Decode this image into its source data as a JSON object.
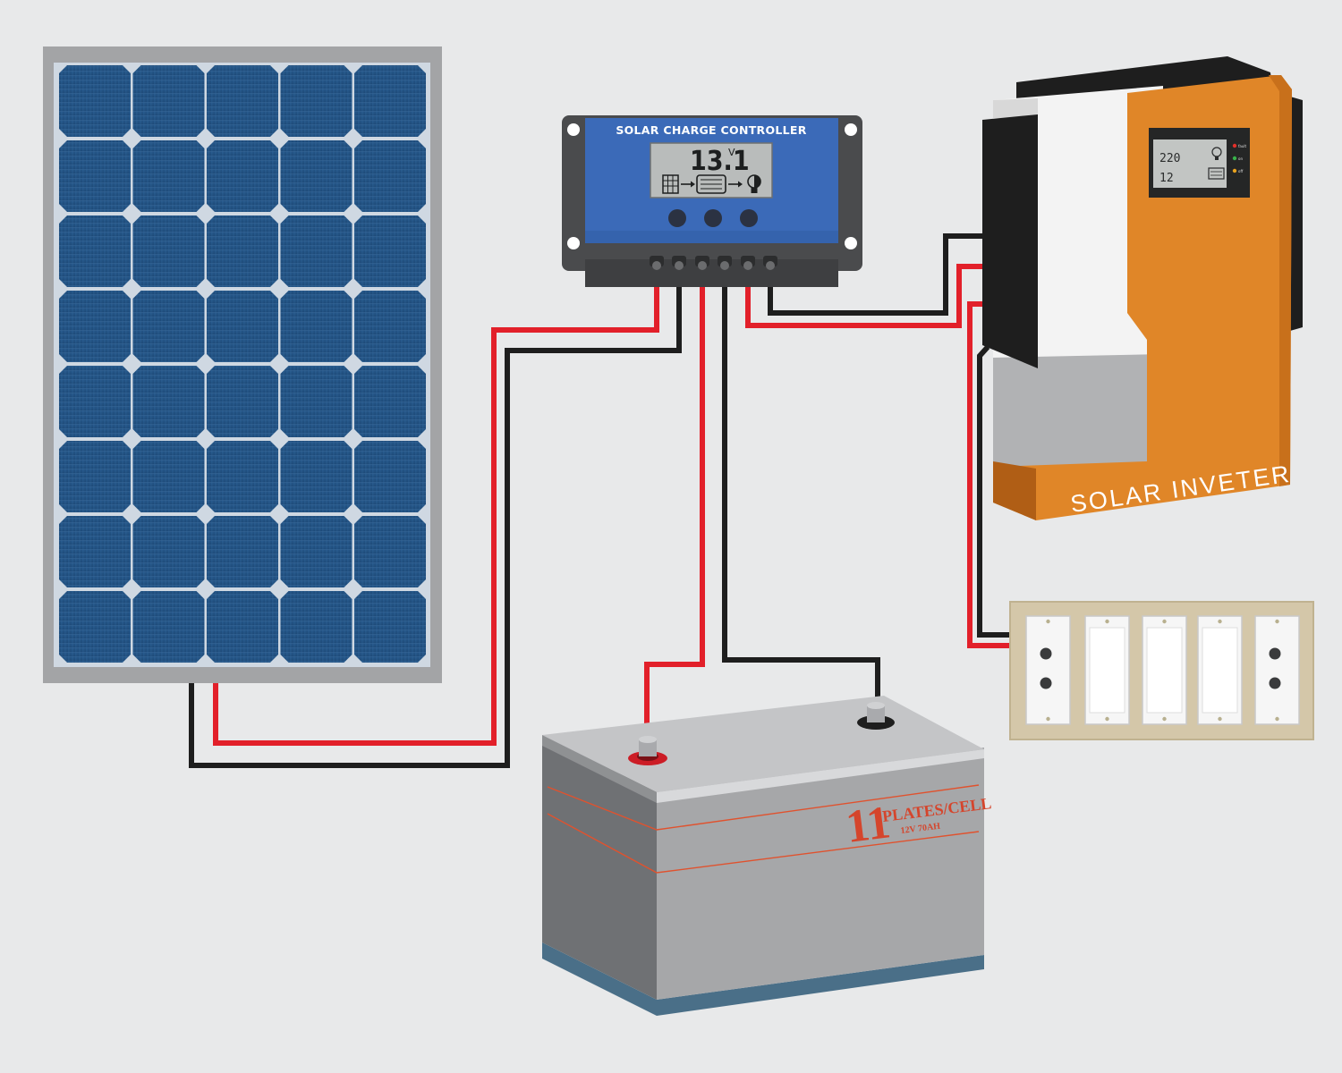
{
  "controller": {
    "title": "SOLAR CHARGE CONTROLLER",
    "voltage": "13.1",
    "unit": "V"
  },
  "inverter": {
    "brand": "SOLAR INVETER",
    "display_line1": "220",
    "display_line2": "12",
    "led_labels": [
      "fault",
      "on",
      "off"
    ]
  },
  "battery": {
    "plates_number": "11",
    "plates_text": "PLATES/CELL",
    "rating": "12V 70AH"
  },
  "colors": {
    "wire_positive": "#e2202a",
    "wire_negative": "#1e1e1e",
    "panel_cell": "#1f4f7d",
    "controller_face": "#3b6ab8",
    "inverter_orange": "#e08628",
    "battery_body": "#a6a7a9"
  },
  "icons": {
    "controller_flow": [
      "solar-panel-icon",
      "arrow-right-icon",
      "battery-icon",
      "arrow-right-icon",
      "lightbulb-icon"
    ]
  }
}
